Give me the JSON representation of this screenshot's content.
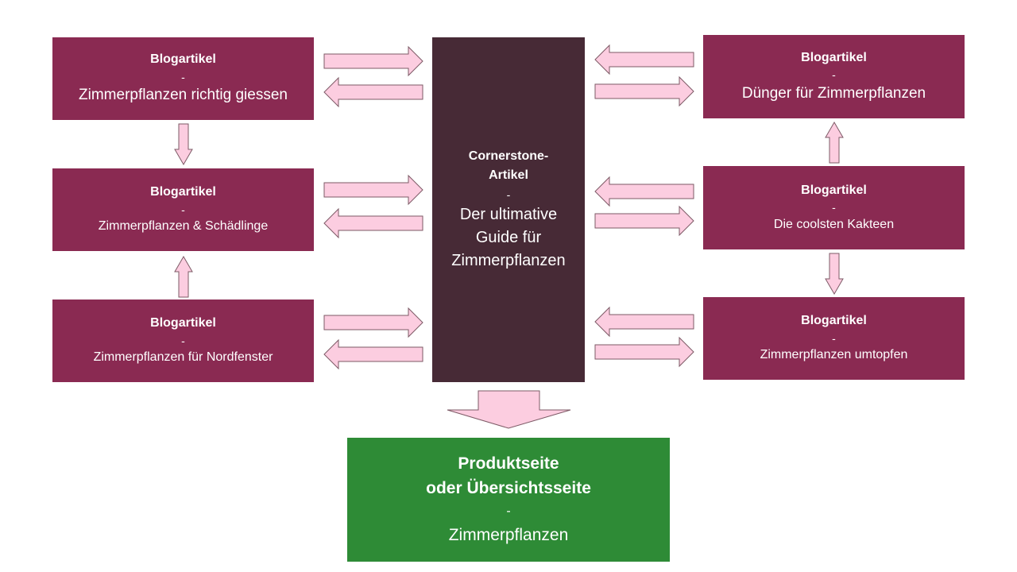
{
  "blog_articles": [
    {
      "kicker": "Blogartikel",
      "sep": "-",
      "title": "Zimmerpflanzen richtig giessen"
    },
    {
      "kicker": "Blogartikel",
      "sep": "-",
      "title": "Zimmerpflanzen & Schädlinge"
    },
    {
      "kicker": "Blogartikel",
      "sep": "-",
      "title": "Zimmerpflanzen für Nordfenster"
    },
    {
      "kicker": "Blogartikel",
      "sep": "-",
      "title": "Dünger für Zimmerpflanzen"
    },
    {
      "kicker": "Blogartikel",
      "sep": "-",
      "title": "Die coolsten Kakteen"
    },
    {
      "kicker": "Blogartikel",
      "sep": "-",
      "title": "Zimmerpflanzen umtopfen"
    }
  ],
  "cornerstone": {
    "kicker_line1": "Cornerstone-",
    "kicker_line2": "Artikel",
    "sep": "-",
    "title_line1": "Der ultimative",
    "title_line2": "Guide für",
    "title_line3": "Zimmerpflanzen"
  },
  "product": {
    "kicker_line1": "Produktseite",
    "kicker_line2": "oder Übersichtsseite",
    "sep": "-",
    "title": "Zimmerpflanzen"
  },
  "colors": {
    "blog_box": "#8a2a52",
    "cornerstone_box": "#472a36",
    "product_box": "#2e8b36",
    "arrow_fill": "#fccde0"
  }
}
